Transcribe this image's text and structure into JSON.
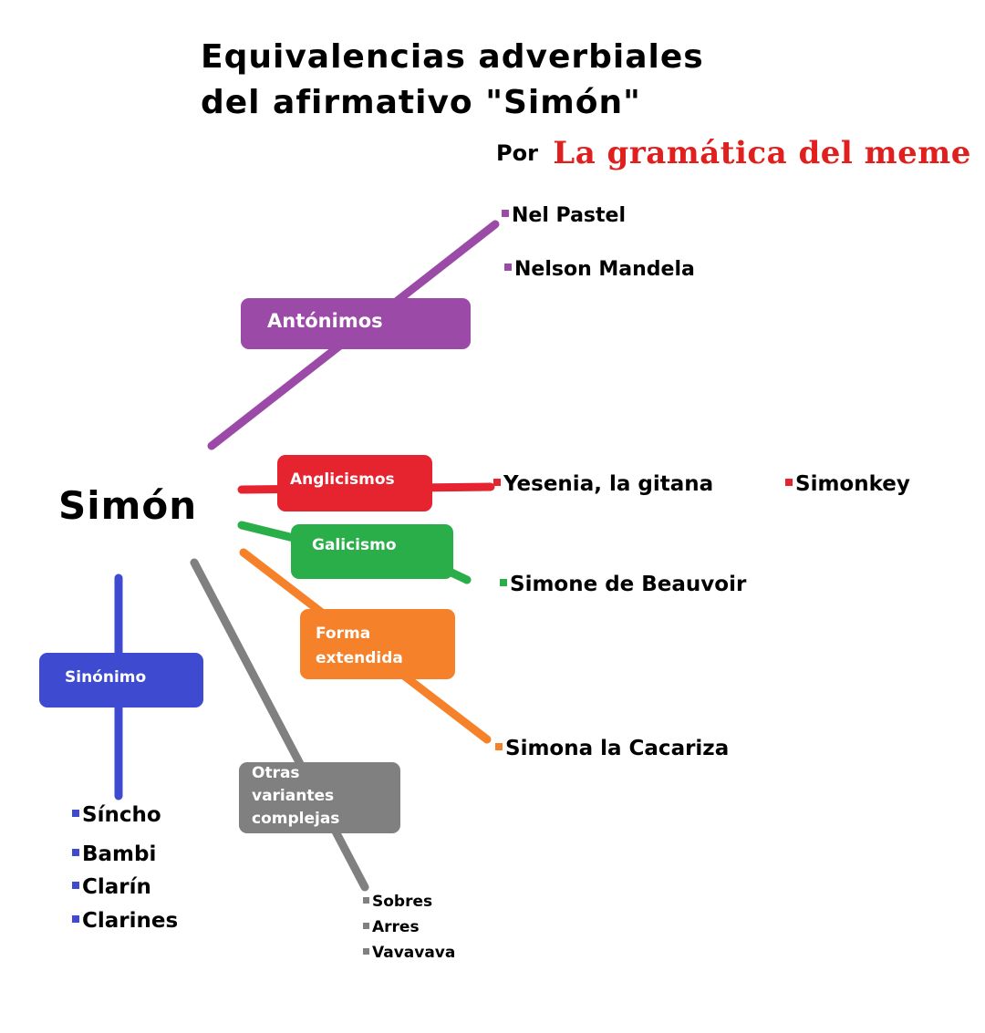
{
  "title": {
    "line1": "Equivalencias adverbiales",
    "line2": "del afirmativo \"Simón\""
  },
  "byline": {
    "prefix": "Por",
    "brand": "La gramática del meme"
  },
  "root": "Simón",
  "colors": {
    "purple": "#9b4aa8",
    "red": "#e52430",
    "green": "#2aae4a",
    "orange": "#f5822a",
    "blue": "#3e4bd0",
    "gray": "#808080",
    "brand": "#e0201e"
  },
  "categories": {
    "antonimos": {
      "label": "Antónimos",
      "items": [
        "Nel Pastel",
        "Nelson Mandela"
      ]
    },
    "anglicismos": {
      "label": "Anglicismos",
      "items": [
        "Yesenia, la gitana",
        "Simonkey"
      ]
    },
    "galicismo": {
      "label": "Galicismo",
      "items": [
        "Simone de Beauvoir"
      ]
    },
    "forma_extendida": {
      "label_line1": "Forma",
      "label_line2": "extendida",
      "items": [
        "Simona la Cacariza"
      ]
    },
    "sinonimo": {
      "label": "Sinónimo",
      "items": [
        "Síncho",
        "Bambi",
        "Clarín",
        "Clarines"
      ]
    },
    "otras": {
      "label_line1": "Otras",
      "label_line2": "variantes",
      "label_line3": "complejas",
      "items": [
        "Sobres",
        "Arres",
        "Vavavava"
      ]
    }
  }
}
